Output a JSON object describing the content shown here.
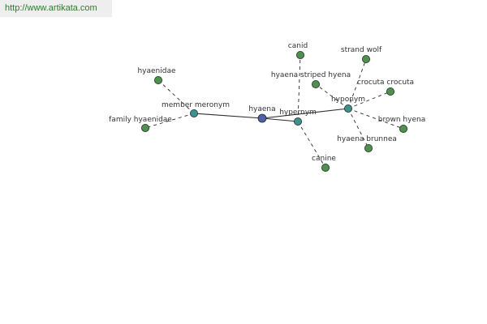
{
  "url": "http://www.artikata.com",
  "colors": {
    "leaf": "#4f8f4f",
    "relation": "#3f8f8f",
    "center": "#4f5fa8",
    "stroke": "#2a2a2a",
    "url_text": "#2c7a2c"
  },
  "graph": {
    "center": "hyaena",
    "relations": [
      "member meronym",
      "hypernym",
      "hyponym"
    ],
    "nodes": [
      {
        "id": "hyaena",
        "label": "hyaena",
        "kind": "center"
      },
      {
        "id": "member-meronym",
        "label": "member meronym",
        "kind": "relation"
      },
      {
        "id": "hypernym",
        "label": "hypernym",
        "kind": "relation"
      },
      {
        "id": "hyponym",
        "label": "hyponym",
        "kind": "relation"
      },
      {
        "id": "hyaenidae",
        "label": "hyaenidae",
        "kind": "leaf"
      },
      {
        "id": "family-hyaenidae",
        "label": "family hyaenidae",
        "kind": "leaf"
      },
      {
        "id": "canid",
        "label": "canid",
        "kind": "leaf"
      },
      {
        "id": "canine",
        "label": "canine",
        "kind": "leaf"
      },
      {
        "id": "strand-wolf",
        "label": "strand wolf",
        "kind": "leaf"
      },
      {
        "id": "hyaena-striped-hyena",
        "label": "hyaena striped hyena",
        "kind": "leaf"
      },
      {
        "id": "crocuta-crocuta",
        "label": "crocuta crocuta",
        "kind": "leaf"
      },
      {
        "id": "brown-hyena",
        "label": "brown hyena",
        "kind": "leaf"
      },
      {
        "id": "hyaena-brunnea",
        "label": "hyaena brunnea",
        "kind": "leaf"
      }
    ],
    "edges": [
      {
        "from": "hyaena",
        "to": "member-meronym",
        "style": "solid"
      },
      {
        "from": "hyaena",
        "to": "hypernym",
        "style": "solid"
      },
      {
        "from": "hyaena",
        "to": "hyponym",
        "style": "solid"
      },
      {
        "from": "member-meronym",
        "to": "hyaenidae",
        "style": "dashed"
      },
      {
        "from": "member-meronym",
        "to": "family-hyaenidae",
        "style": "dashed"
      },
      {
        "from": "hypernym",
        "to": "canid",
        "style": "dashed"
      },
      {
        "from": "hypernym",
        "to": "canine",
        "style": "dashed"
      },
      {
        "from": "hyponym",
        "to": "strand-wolf",
        "style": "dashed"
      },
      {
        "from": "hyponym",
        "to": "hyaena-striped-hyena",
        "style": "dashed"
      },
      {
        "from": "hyponym",
        "to": "crocuta-crocuta",
        "style": "dashed"
      },
      {
        "from": "hyponym",
        "to": "brown-hyena",
        "style": "dashed"
      },
      {
        "from": "hyponym",
        "to": "hyaena-brunnea",
        "style": "dashed"
      }
    ]
  }
}
